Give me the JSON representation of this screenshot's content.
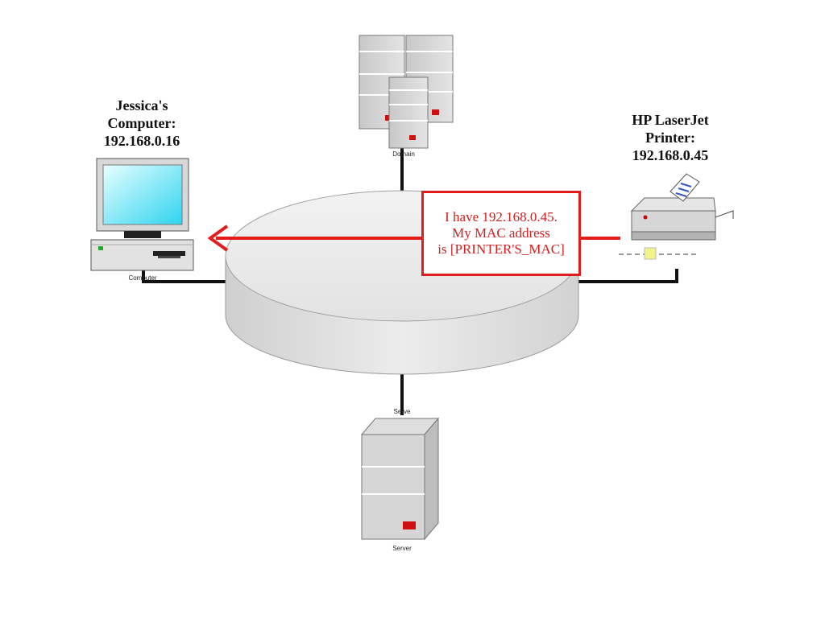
{
  "labels": {
    "computer": "Jessica's\nComputer:\n192.168.0.16",
    "printer": "HP LaserJet\nPrinter:\n192.168.0.45"
  },
  "device_captions": {
    "computer": "Computer",
    "domain": "Domain",
    "server_top": "Serve",
    "server_bottom": "Server"
  },
  "message": {
    "text": "I have 192.168.0.45.\nMy MAC address\nis [PRINTER'S_MAC]"
  },
  "colors": {
    "accent": "#e21b1b",
    "cable": "#111111",
    "hub": "#e6e6e6"
  }
}
